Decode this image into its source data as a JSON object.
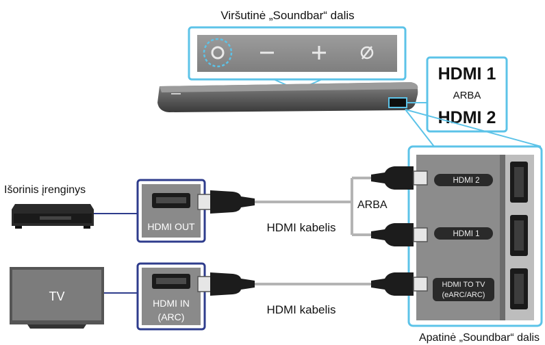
{
  "labels": {
    "top_title": "Viršutinė „Soundbar“ dalis",
    "bottom_title": "Apatinė „Soundbar“ dalis",
    "external_device": "Išorinis įrenginys",
    "tv": "TV",
    "hdmi_out": "HDMI OUT",
    "hdmi_in_line1": "HDMI IN",
    "hdmi_in_line2": "(ARC)",
    "hdmi_cable_top": "HDMI kabelis",
    "hdmi_cable_bottom": "HDMI kabelis",
    "arba_middle": "ARBA",
    "callout_hdmi1": "HDMI 1",
    "callout_arba": "ARBA",
    "callout_hdmi2": "HDMI 2",
    "port_hdmi2": "HDMI 2",
    "port_hdmi1": "HDMI 1",
    "port_tv_line1": "HDMI TO TV",
    "port_tv_line2": "(eARC/ARC)"
  },
  "top_panel_icons": [
    "power-icon",
    "minus-icon",
    "plus-icon",
    "source-icon"
  ],
  "colors": {
    "accent": "#5cc3e8",
    "panel_gray": "#8f8f8f",
    "cable_gray": "#b4b4b4",
    "device_blue": "#2e3c8c",
    "dark": "#1b1b1b"
  }
}
